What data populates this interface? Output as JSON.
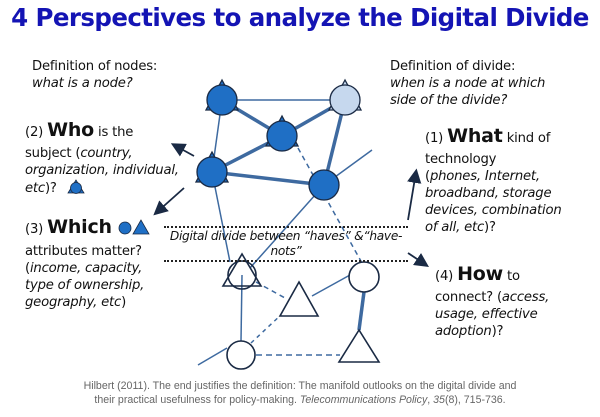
{
  "title": "4 Perspectives to analyze the Digital Divide",
  "nodes_def": {
    "heading": "Definition of nodes:",
    "question": "what is a node?"
  },
  "divide_def": {
    "heading": "Definition of divide:",
    "question_line1": "when is a node at which",
    "question_line2": "side of the divide?"
  },
  "who": {
    "number": "(2)",
    "keyword": "Who",
    "rest": "is the",
    "line2_plain": "subject (",
    "line2_italic": "country,",
    "line3_italic": "organization, individual,",
    "line4_italic": "etc",
    "line4_plain": ")?",
    "icon": "circle-triangle-node-icon"
  },
  "which": {
    "number": "(3)",
    "keyword": "Which",
    "line2": "attributes matter?",
    "line3_italic": "income, capacity,",
    "line4_italic": "type of ownership,",
    "line5_italic": "geography, etc",
    "icons": [
      "circle-icon",
      "triangle-icon"
    ]
  },
  "what": {
    "number": "(1)",
    "keyword": "What",
    "rest": "kind of",
    "line2": "technology",
    "line3_italic": "phones, Internet,",
    "line4_italic": "broadband, storage",
    "line5_italic": "devices, combination",
    "line6_italic": "of all, etc",
    "line6_plain": ")?"
  },
  "how": {
    "number": "(4)",
    "keyword": "How",
    "rest": "to",
    "line2_plain": "connect? (",
    "line2_italic": "access,",
    "line3_italic": "usage, effective",
    "line4_italic": "adoption",
    "line4_plain": ")?"
  },
  "divide_label": "Digital divide between “haves” &“have-nots”",
  "citation": {
    "line1": "Hilbert (2011). The end justifies the definition: The manifold outlooks on the digital divide and",
    "line2_plain": "their practical usefulness for policy-making. ",
    "journal": "Telecommunications Policy",
    "sep": ", ",
    "volume": "35",
    "rest": "(8), 715-736."
  },
  "colors": {
    "title": "#1414b4",
    "node_fill": "#1f6fc5",
    "node_light": "#c6d8ee",
    "edge": "#3e6aa0",
    "outline": "#1a2a44"
  }
}
